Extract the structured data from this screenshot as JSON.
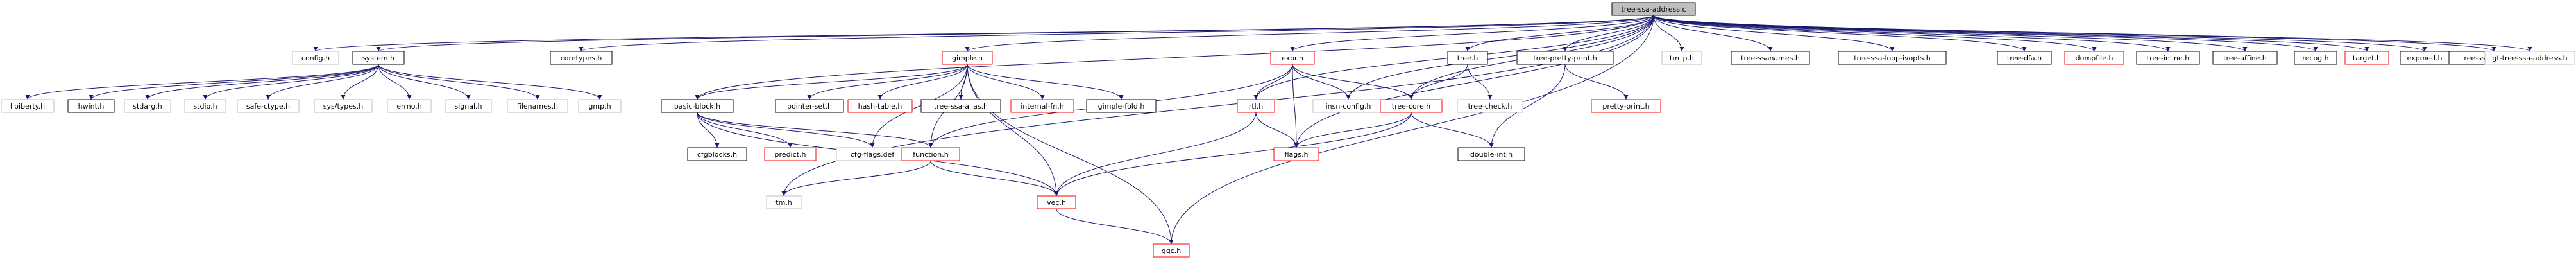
{
  "graph": {
    "root": "tree-ssa-address.c",
    "nodes": [
      {
        "id": "root",
        "label": "tree-ssa-address.c",
        "style": "root"
      },
      {
        "id": "config",
        "label": "config.h",
        "style": "gray"
      },
      {
        "id": "system",
        "label": "system.h",
        "style": "black"
      },
      {
        "id": "coretypes",
        "label": "coretypes.h",
        "style": "black"
      },
      {
        "id": "gimple",
        "label": "gimple.h",
        "style": "red"
      },
      {
        "id": "expr",
        "label": "expr.h",
        "style": "red"
      },
      {
        "id": "tree",
        "label": "tree.h",
        "style": "black"
      },
      {
        "id": "treepp",
        "label": "tree-pretty-print.h",
        "style": "black"
      },
      {
        "id": "tmp",
        "label": "tm_p.h",
        "style": "gray"
      },
      {
        "id": "ssanames",
        "label": "tree-ssanames.h",
        "style": "black"
      },
      {
        "id": "loopivopts",
        "label": "tree-ssa-loop-ivopts.h",
        "style": "black"
      },
      {
        "id": "treedfa",
        "label": "tree-dfa.h",
        "style": "black"
      },
      {
        "id": "dumpfile",
        "label": "dumpfile.h",
        "style": "red"
      },
      {
        "id": "treeinline",
        "label": "tree-inline.h",
        "style": "black"
      },
      {
        "id": "affine",
        "label": "tree-affine.h",
        "style": "black"
      },
      {
        "id": "recog",
        "label": "recog.h",
        "style": "black"
      },
      {
        "id": "target",
        "label": "target.h",
        "style": "red"
      },
      {
        "id": "expmed",
        "label": "expmed.h",
        "style": "black"
      },
      {
        "id": "ssaaddress",
        "label": "tree-ssa-address.h",
        "style": "black"
      },
      {
        "id": "gt",
        "label": "gt-tree-ssa-address.h",
        "style": "gray"
      },
      {
        "id": "libiberty",
        "label": "libiberty.h",
        "style": "gray"
      },
      {
        "id": "hwint",
        "label": "hwint.h",
        "style": "black"
      },
      {
        "id": "stdarg",
        "label": "stdarg.h",
        "style": "gray"
      },
      {
        "id": "stdio",
        "label": "stdio.h",
        "style": "gray"
      },
      {
        "id": "safectype",
        "label": "safe-ctype.h",
        "style": "gray"
      },
      {
        "id": "systypes",
        "label": "sys/types.h",
        "style": "gray"
      },
      {
        "id": "errno",
        "label": "errno.h",
        "style": "gray"
      },
      {
        "id": "signal",
        "label": "signal.h",
        "style": "gray"
      },
      {
        "id": "filenames",
        "label": "filenames.h",
        "style": "gray"
      },
      {
        "id": "gmp",
        "label": "gmp.h",
        "style": "gray"
      },
      {
        "id": "basicblock",
        "label": "basic-block.h",
        "style": "black"
      },
      {
        "id": "pointerset",
        "label": "pointer-set.h",
        "style": "black"
      },
      {
        "id": "hashtable",
        "label": "hash-table.h",
        "style": "red"
      },
      {
        "id": "ssaalias",
        "label": "tree-ssa-alias.h",
        "style": "black"
      },
      {
        "id": "internalfn",
        "label": "internal-fn.h",
        "style": "red"
      },
      {
        "id": "gimplefold",
        "label": "gimple-fold.h",
        "style": "black"
      },
      {
        "id": "rtl",
        "label": "rtl.h",
        "style": "red"
      },
      {
        "id": "insnconfig",
        "label": "insn-config.h",
        "style": "gray"
      },
      {
        "id": "treecore",
        "label": "tree-core.h",
        "style": "red"
      },
      {
        "id": "treecheck",
        "label": "tree-check.h",
        "style": "gray"
      },
      {
        "id": "prettyprint",
        "label": "pretty-print.h",
        "style": "red"
      },
      {
        "id": "cfgblocks",
        "label": "cfgblocks.h",
        "style": "black"
      },
      {
        "id": "predict",
        "label": "predict.h",
        "style": "red"
      },
      {
        "id": "cfgflags",
        "label": "cfg-flags.def",
        "style": "gray"
      },
      {
        "id": "function",
        "label": "function.h",
        "style": "red"
      },
      {
        "id": "flags",
        "label": "flags.h",
        "style": "red"
      },
      {
        "id": "doubleint",
        "label": "double-int.h",
        "style": "black"
      },
      {
        "id": "tm",
        "label": "tm.h",
        "style": "gray"
      },
      {
        "id": "vec",
        "label": "vec.h",
        "style": "red"
      },
      {
        "id": "ggc",
        "label": "ggc.h",
        "style": "red"
      }
    ],
    "edges": [
      [
        "root",
        "config"
      ],
      [
        "root",
        "system"
      ],
      [
        "root",
        "coretypes"
      ],
      [
        "root",
        "gimple"
      ],
      [
        "root",
        "expr"
      ],
      [
        "root",
        "tree"
      ],
      [
        "root",
        "treepp"
      ],
      [
        "root",
        "tmp"
      ],
      [
        "root",
        "ssanames"
      ],
      [
        "root",
        "loopivopts"
      ],
      [
        "root",
        "treedfa"
      ],
      [
        "root",
        "dumpfile"
      ],
      [
        "root",
        "treeinline"
      ],
      [
        "root",
        "affine"
      ],
      [
        "root",
        "recog"
      ],
      [
        "root",
        "target"
      ],
      [
        "root",
        "expmed"
      ],
      [
        "root",
        "ssaaddress"
      ],
      [
        "root",
        "gt"
      ],
      [
        "root",
        "basicblock"
      ],
      [
        "root",
        "rtl"
      ],
      [
        "root",
        "insnconfig"
      ],
      [
        "root",
        "treecore"
      ],
      [
        "root",
        "flags"
      ],
      [
        "root",
        "tm"
      ],
      [
        "root",
        "ggc"
      ],
      [
        "system",
        "libiberty"
      ],
      [
        "system",
        "hwint"
      ],
      [
        "system",
        "stdarg"
      ],
      [
        "system",
        "stdio"
      ],
      [
        "system",
        "safectype"
      ],
      [
        "system",
        "systypes"
      ],
      [
        "system",
        "errno"
      ],
      [
        "system",
        "signal"
      ],
      [
        "system",
        "filenames"
      ],
      [
        "system",
        "gmp"
      ],
      [
        "gimple",
        "basicblock"
      ],
      [
        "gimple",
        "pointerset"
      ],
      [
        "gimple",
        "hashtable"
      ],
      [
        "gimple",
        "ssaalias"
      ],
      [
        "gimple",
        "internalfn"
      ],
      [
        "gimple",
        "gimplefold"
      ],
      [
        "gimple",
        "ggc"
      ],
      [
        "gimple",
        "vec"
      ],
      [
        "gimple",
        "function"
      ],
      [
        "gimple",
        "cfgflags"
      ],
      [
        "expr",
        "rtl"
      ],
      [
        "expr",
        "insnconfig"
      ],
      [
        "expr",
        "treecore"
      ],
      [
        "expr",
        "flags"
      ],
      [
        "expr",
        "function"
      ],
      [
        "tree",
        "treecore"
      ],
      [
        "tree",
        "treecheck"
      ],
      [
        "treepp",
        "prettyprint"
      ],
      [
        "treepp",
        "doubleint"
      ],
      [
        "basicblock",
        "cfgblocks"
      ],
      [
        "basicblock",
        "predict"
      ],
      [
        "basicblock",
        "cfgflags"
      ],
      [
        "basicblock",
        "function"
      ],
      [
        "basicblock",
        "vec"
      ],
      [
        "rtl",
        "flags"
      ],
      [
        "rtl",
        "vec"
      ],
      [
        "treecore",
        "flags"
      ],
      [
        "treecore",
        "doubleint"
      ],
      [
        "treecore",
        "vec"
      ],
      [
        "function",
        "vec"
      ],
      [
        "function",
        "tm"
      ],
      [
        "vec",
        "ggc"
      ]
    ]
  },
  "colors": {
    "edge": "#191970",
    "border_black": "#000000",
    "border_red": "#ff0000",
    "border_gray": "#bfbfbf",
    "root_fill": "#bfbfbf"
  }
}
